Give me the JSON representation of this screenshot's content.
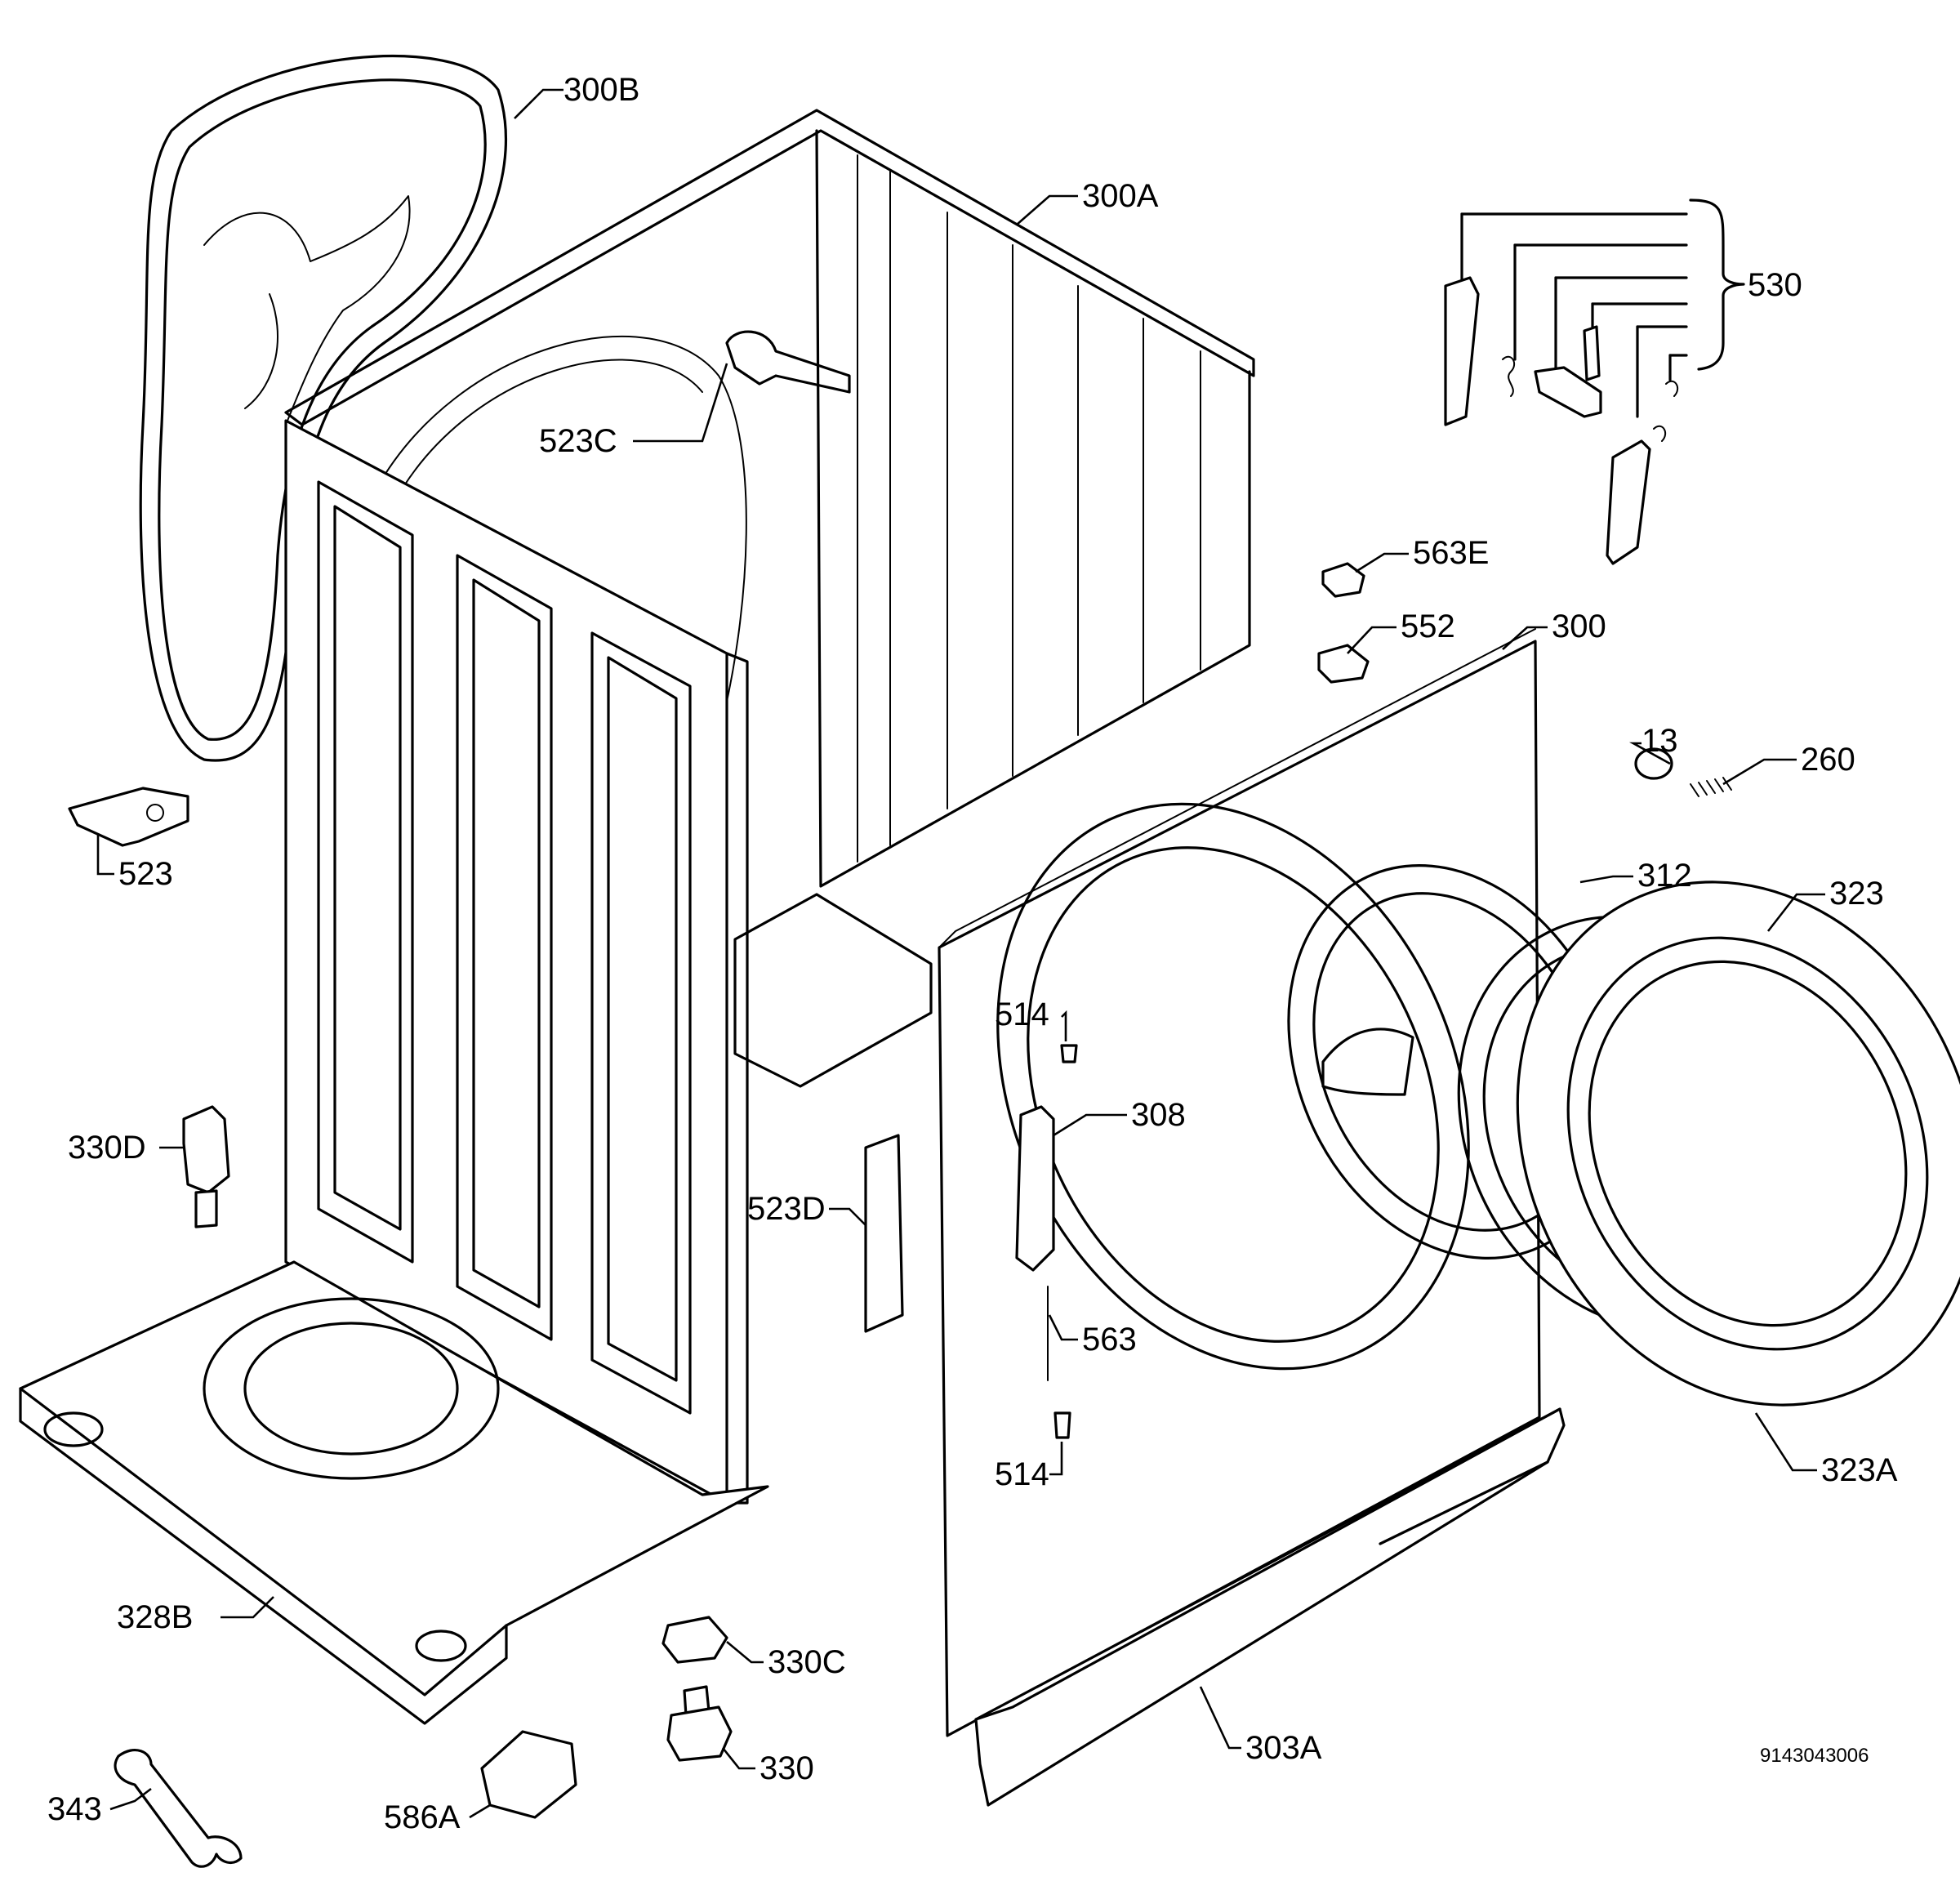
{
  "labels": {
    "l300B": "300B",
    "l300A": "300A",
    "l530": "530",
    "l523C": "523C",
    "l563E": "563E",
    "l552": "552",
    "l300": "300",
    "l13": "13",
    "l260": "260",
    "l523": "523",
    "l312": "312",
    "l323": "323",
    "l514a": "514",
    "l308": "308",
    "l330D": "330D",
    "l523D": "523D",
    "l563": "563",
    "l514b": "514",
    "l323A": "323A",
    "l328B": "328B",
    "l330C": "330C",
    "l303A": "303A",
    "l330": "330",
    "l343": "343",
    "l586A": "586A"
  },
  "drawing_code": "9143043006"
}
